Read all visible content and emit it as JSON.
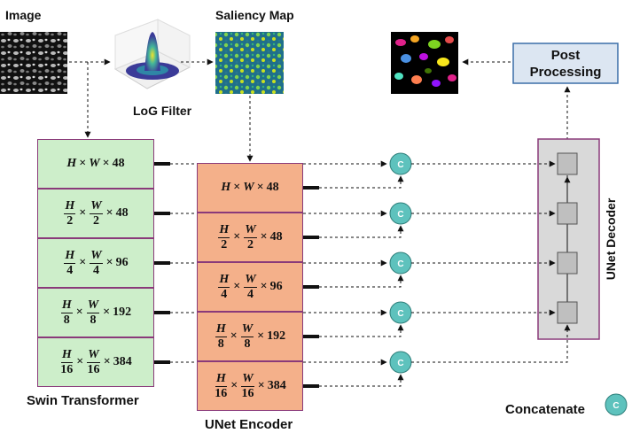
{
  "labels": {
    "image": "Image",
    "saliency_map": "Saliency Map",
    "log_filter": "LoG Filter",
    "post_processing_line1": "Post",
    "post_processing_line2": "Processing",
    "swin_transformer": "Swin Transformer",
    "unet_encoder": "UNet Encoder",
    "unet_decoder": "UNet Decoder",
    "concatenate": "Concatenate",
    "concat_symbol": "C"
  },
  "colors": {
    "swin_fill": "#cdeeca",
    "encoder_fill": "#f4b08a",
    "box_border": "#8a3a7a",
    "concat_fill": "#5ec2bd",
    "post_border": "#3b6ea8",
    "post_fill": "#dce6f2",
    "decoder_fill": "#d9d9d9"
  },
  "swin_levels": [
    {
      "H": "H",
      "W": "W",
      "dH": "",
      "dW": "",
      "C": "48"
    },
    {
      "H": "H",
      "W": "W",
      "dH": "2",
      "dW": "2",
      "C": "48"
    },
    {
      "H": "H",
      "W": "W",
      "dH": "4",
      "dW": "4",
      "C": "96"
    },
    {
      "H": "H",
      "W": "W",
      "dH": "8",
      "dW": "8",
      "C": "192"
    },
    {
      "H": "H",
      "W": "W",
      "dH": "16",
      "dW": "16",
      "C": "384"
    }
  ],
  "encoder_levels": [
    {
      "H": "H",
      "W": "W",
      "dH": "",
      "dW": "",
      "C": "48"
    },
    {
      "H": "H",
      "W": "W",
      "dH": "2",
      "dW": "2",
      "C": "48"
    },
    {
      "H": "H",
      "W": "W",
      "dH": "4",
      "dW": "4",
      "C": "96"
    },
    {
      "H": "H",
      "W": "W",
      "dH": "8",
      "dW": "8",
      "C": "192"
    },
    {
      "H": "H",
      "W": "W",
      "dH": "16",
      "dW": "16",
      "C": "384"
    }
  ],
  "math_symbols": {
    "times": "×"
  }
}
